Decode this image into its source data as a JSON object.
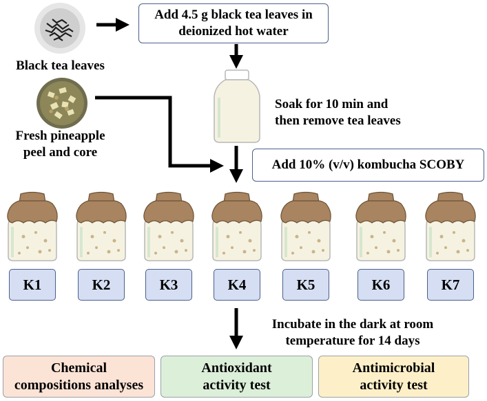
{
  "labels": {
    "black_tea": "Black tea leaves",
    "pineapple_line1": "Fresh pineapple",
    "pineapple_line2": "peel and core",
    "soak_line1": "Soak for 10 min and",
    "soak_line2": "then remove tea leaves",
    "incubate_line1": "Incubate in the dark at room",
    "incubate_line2": "temperature for 14 days"
  },
  "boxes": {
    "add_tea_line1": "Add 4.5 g black tea leaves in",
    "add_tea_line2": "deionized hot water",
    "add_scoby": "Add 10% (v/v) kombucha SCOBY"
  },
  "samples": [
    "K1",
    "K2",
    "K3",
    "K4",
    "K5",
    "K6",
    "K7"
  ],
  "outputs": {
    "chemical_line1": "Chemical",
    "chemical_line2": "compositions analyses",
    "antioxidant_line1": "Antioxidant",
    "antioxidant_line2": "activity test",
    "antimicrobial_line1": "Antimicrobial",
    "antimicrobial_line2": "activity test"
  },
  "colors": {
    "box_border": "#4a5f8a",
    "sample_fill": "#d5def2",
    "chemical_fill": "#fbe3d6",
    "antioxidant_fill": "#dcefd9",
    "antimicrobial_fill": "#fdf0c8",
    "lid": "#a98460",
    "liquid": "#f6f2e1"
  }
}
